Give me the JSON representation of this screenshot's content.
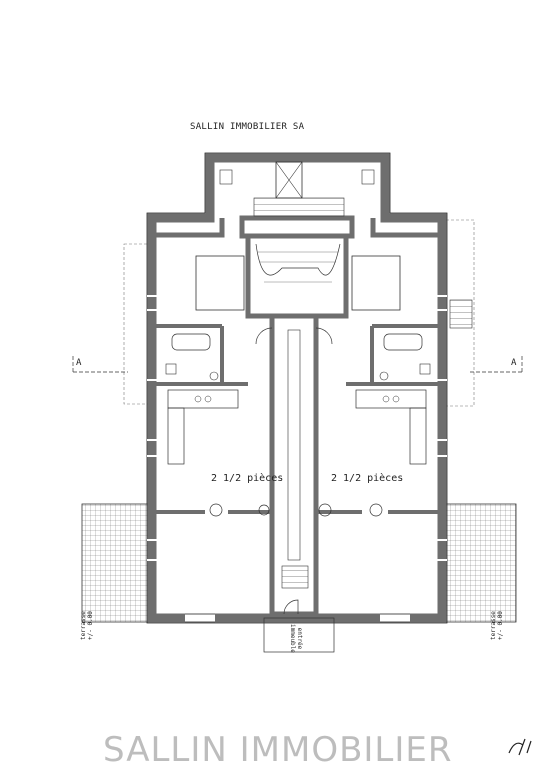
{
  "header": {
    "company": "SALLIN IMMOBILIER SA"
  },
  "apartments": [
    {
      "label": "2 1/2 pièces"
    },
    {
      "label": "2 1/2 pièces"
    }
  ],
  "section_marks": {
    "left": "A",
    "right": "A"
  },
  "terraces": [
    {
      "label": "terrasse",
      "level": "+/- 0.00"
    },
    {
      "label": "terrasse",
      "level": "+/- 0.00"
    }
  ],
  "entrance": {
    "line1": "entrée",
    "line2": "immeuble"
  },
  "footer": {
    "watermark": "SALLIN IMMOBILIER"
  },
  "colors": {
    "wall": "#6e6e6e",
    "line": "#222222",
    "watermark": "#bdbdbd"
  }
}
